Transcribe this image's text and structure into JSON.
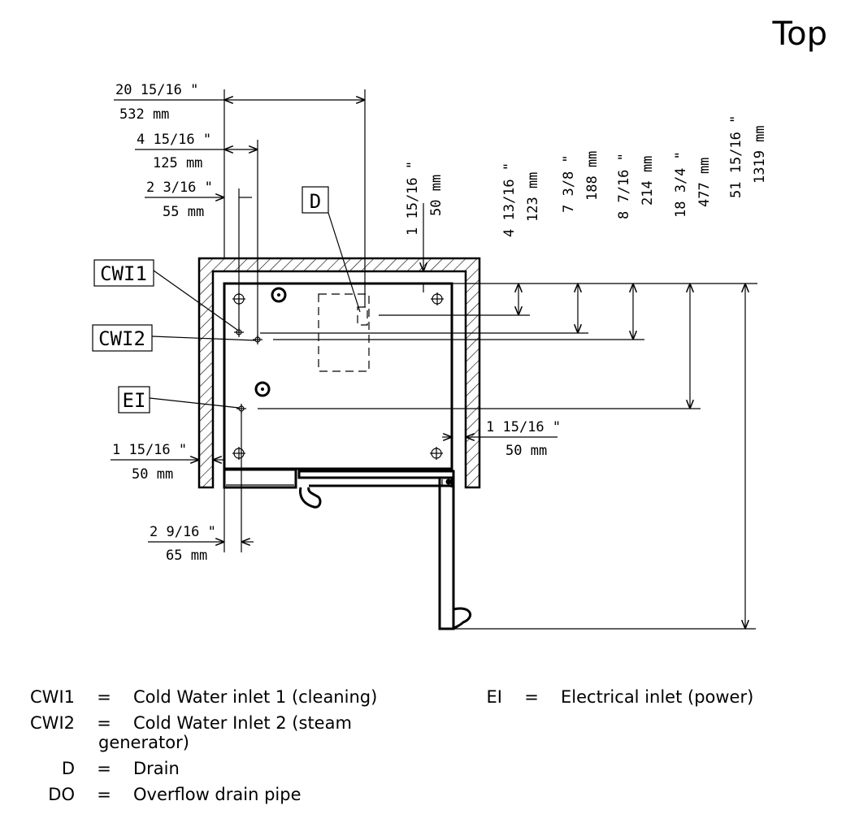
{
  "title": "Top",
  "tags": {
    "d": "D",
    "cwi1": "CWI1",
    "cwi2": "CWI2",
    "ei": "EI"
  },
  "dimensions": {
    "d532_in": "20 15/16 \"",
    "d532_mm": "532 mm",
    "d125_in": "4 15/16 \"",
    "d125_mm": "125 mm",
    "d55_in": "2 3/16 \"",
    "d55_mm": "55 mm",
    "d50a_in": "1 15/16 \"",
    "d50a_mm": "50 mm",
    "d123_in": "4 13/16 \"",
    "d123_mm": "123 mm",
    "d188_in": "7 3/8 \"",
    "d188_mm": "188 mm",
    "d214_in": "8 7/16 \"",
    "d214_mm": "214 mm",
    "d477_in": "18 3/4 \"",
    "d477_mm": "477 mm",
    "d1319_in": "51 15/16 \"",
    "d1319_mm": "1319 mm",
    "d50b_in": "1 15/16 \"",
    "d50b_mm": "50 mm",
    "d50c_in": "1 15/16 \"",
    "d50c_mm": "50 mm",
    "d65_in": "2 9/16 \"",
    "d65_mm": "65 mm"
  },
  "legend": [
    {
      "code": "CWI1",
      "eq": "=",
      "desc": "Cold Water inlet 1 (cleaning)"
    },
    {
      "code": "CWI2",
      "eq": "=",
      "desc": "Cold Water Inlet 2 (steam",
      "desc2": "generator)"
    },
    {
      "code": "D",
      "eq": "=",
      "desc": "Drain"
    },
    {
      "code": "DO",
      "eq": "=",
      "desc": "Overflow drain pipe"
    },
    {
      "code": "EI",
      "eq": "=",
      "desc": "Electrical inlet (power)"
    }
  ]
}
